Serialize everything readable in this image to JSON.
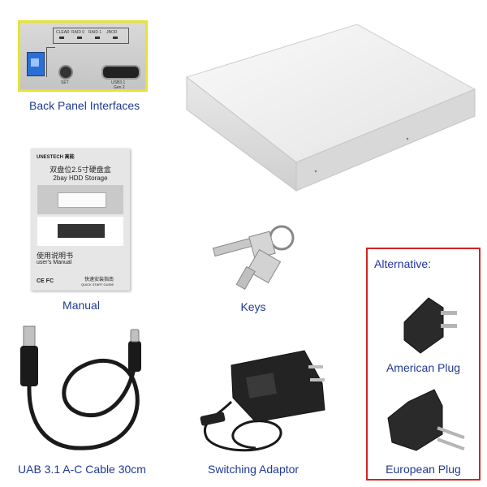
{
  "captions": {
    "back_panel": "Back Panel Interfaces",
    "manual": "Manual",
    "keys": "Keys",
    "cable": "UAB 3.1 A-C Cable 30cm",
    "adaptor": "Switching Adaptor",
    "alternative": "Alternative:",
    "american": "American Plug",
    "european": "European Plug"
  },
  "panel_labels": {
    "clear": "CLEAR",
    "raid0": "RAID 0",
    "raid1": "RAID 1",
    "jbod": "JBOD",
    "set": "SET",
    "usb": "USB3.1",
    "gen": "Gen 2"
  },
  "manual_text": {
    "brand": "UNESTECH 高能",
    "title_cn": "双盘位2.5寸硬盘盒",
    "title_en": "2bay HDD Storage",
    "guide_cn": "使用说明书",
    "guide_en": "user's Manual",
    "marks": "CE FC",
    "quick_cn": "快速安装指南",
    "quick_en": "QUICK START GUIDE"
  },
  "colors": {
    "caption": "#1f3a93",
    "highlight_yellow": "#e8e234",
    "alt_box": "#d32323",
    "alt_label": "#2233aa",
    "port_blue": "#2a6fd6"
  }
}
